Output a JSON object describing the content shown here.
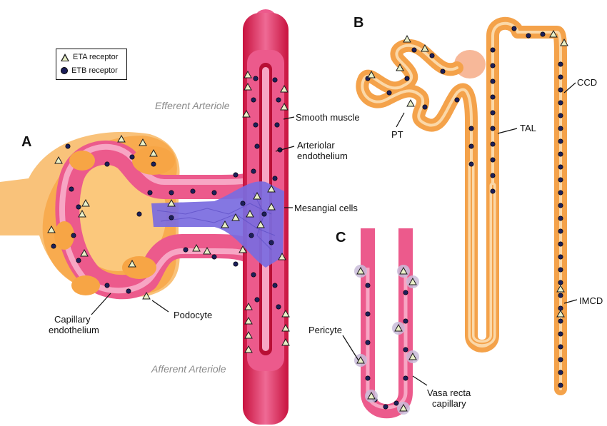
{
  "legend": {
    "eta_label": "ETA receptor",
    "etb_label": "ETB receptor"
  },
  "panels": {
    "a": "A",
    "b": "B",
    "c": "C"
  },
  "arterioles": {
    "efferent": "Efferent Arteriole",
    "afferent": "Afferent Arteriole"
  },
  "labels": {
    "smooth_muscle": "Smooth muscle",
    "arteriolar_endothelium_1": "Arteriolar",
    "arteriolar_endothelium_2": "endothelium",
    "mesangial": "Mesangial cells",
    "capillary_endothelium_1": "Capillary",
    "capillary_endothelium_2": "endothelium",
    "podocyte": "Podocyte",
    "pt": "PT",
    "tal": "TAL",
    "ccd": "CCD",
    "imcd": "IMCD",
    "pericyte": "Pericyte",
    "vasa_recta_1": "Vasa recta",
    "vasa_recta_2": "capillary"
  },
  "colors": {
    "vessel_pink": "#ec5a8c",
    "vessel_light": "#f7a6c4",
    "vessel_dark": "#c8123e",
    "podocyte_orange": "#f7a340",
    "bowman_yellow": "#fbc97a",
    "mesangial_purple": "#7a6be0",
    "nephron_orange": "#f4a24a",
    "nephron_light": "#fbd8a8",
    "etb_dot": "#1c1f5a",
    "eta_fill": "#e9f0c8"
  }
}
